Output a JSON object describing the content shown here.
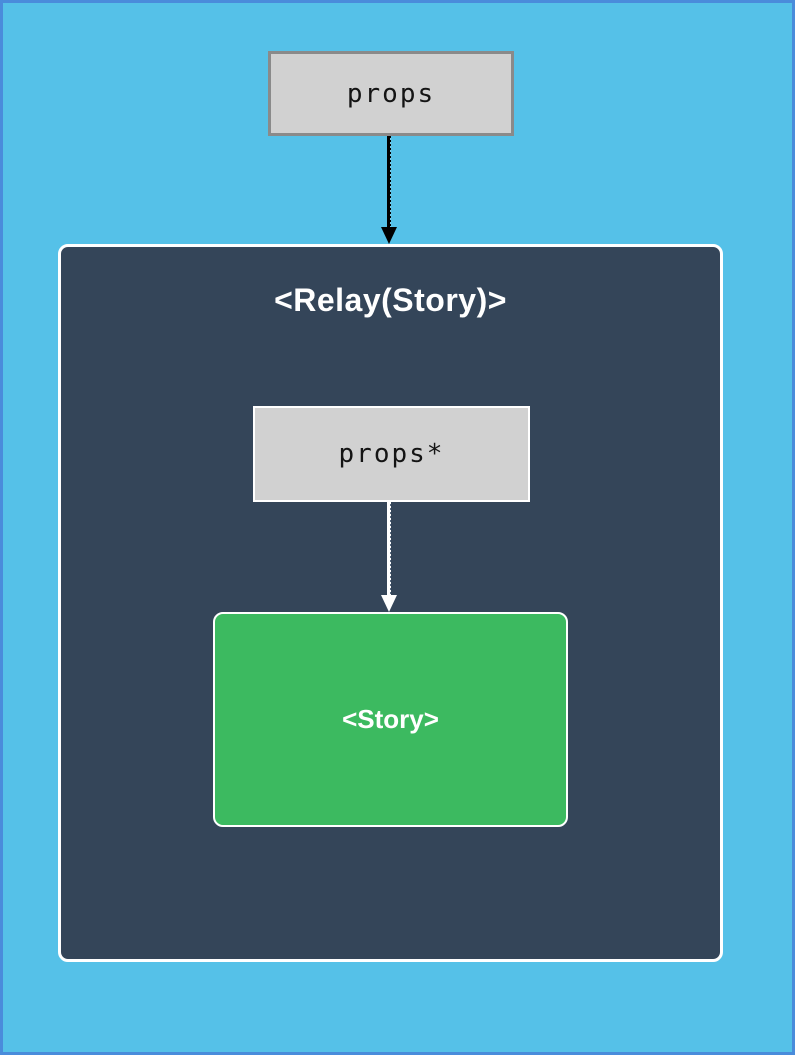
{
  "page": {
    "background_color": "#55c1e8",
    "border_color": "#4a8cdb"
  },
  "diagram": {
    "outer_props_box": {
      "label": "props",
      "fill": "#d1d1d1",
      "border_color": "#8a8a8a",
      "text_color": "#141414"
    },
    "arrow_props_to_relay": {
      "direction": "down",
      "color": "#000000"
    },
    "relay_container": {
      "title": "<Relay(Story)>",
      "fill": "#344559",
      "border_color": "#ffffff",
      "title_color": "#ffffff",
      "inner_props_box": {
        "label": "props*",
        "fill": "#d1d1d1",
        "border_color": "#ffffff",
        "text_color": "#141414"
      },
      "arrow_props_to_story": {
        "direction": "down",
        "color": "#ffffff"
      },
      "story_box": {
        "label": "<Story>",
        "fill": "#3cba60",
        "border_color": "#ffffff",
        "text_color": "#ffffff"
      }
    }
  }
}
